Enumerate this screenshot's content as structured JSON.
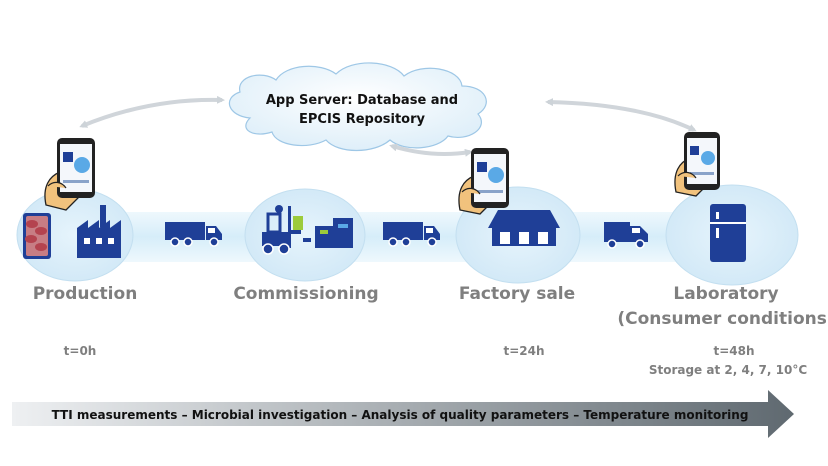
{
  "server": {
    "line1": "App Server: Database and",
    "line2": "EPCIS Repository"
  },
  "stages": [
    {
      "label": "Production",
      "time": "t=0h",
      "icon": "packaged-meat-and-factory-icon"
    },
    {
      "label": "Commissioning",
      "time": "",
      "icon": "forklift-and-pallets-icon"
    },
    {
      "label": "Factory sale",
      "time": "t=24h",
      "icon": "warehouse-icon"
    },
    {
      "label": "Laboratory",
      "label2": "(Consumer conditions)",
      "time": "t=48h",
      "note": "Storage at 2, 4, 7, 10°C",
      "icon": "refrigerator-icon"
    }
  ],
  "bottom_arrow": {
    "text": "TTI measurements – Microbial investigation – Analysis of quality parameters – Temperature monitoring"
  },
  "colors": {
    "icon_blue": "#1f3f97",
    "label_gray": "#7f7f7f",
    "ellipse_fill": "#d7ecf8",
    "band_fill": "#e4f3fb",
    "connector_arrow": "#d0d5da"
  }
}
